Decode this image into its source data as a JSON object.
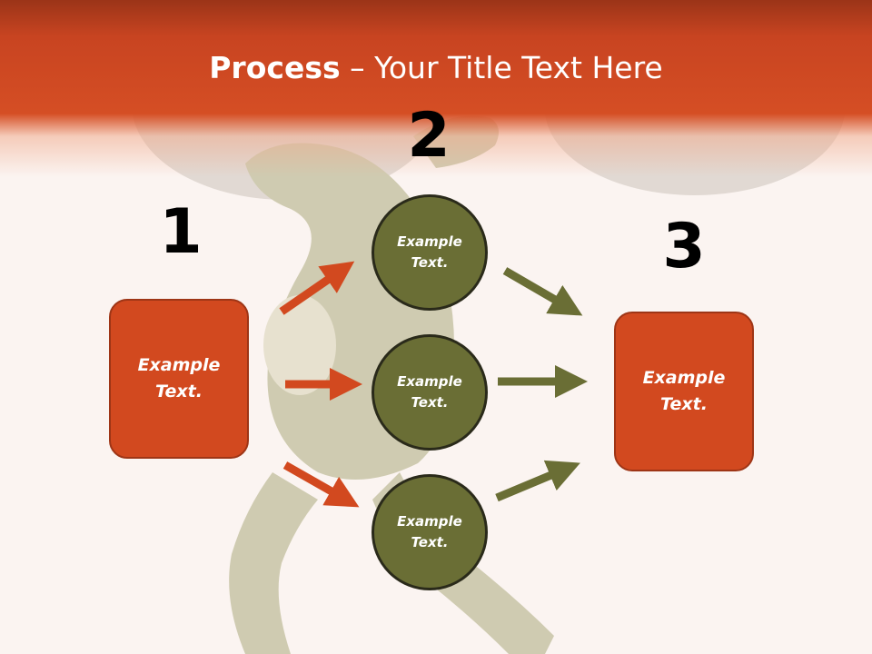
{
  "slide": {
    "title_bold": "Process",
    "title_rest": " – Your Title Text Here"
  },
  "steps": {
    "one": {
      "number": "1",
      "box_text": "Example Text."
    },
    "two": {
      "number": "2",
      "circles": [
        "Example Text.",
        "Example Text.",
        "Example Text."
      ]
    },
    "three": {
      "number": "3",
      "box_text": "Example Text."
    }
  },
  "colors": {
    "header": "#d54e24",
    "box_fill": "#d2491f",
    "circle_fill": "#6a6e35",
    "orange_arrow": "#d2491f",
    "olive_arrow": "#6a6e35",
    "background": "#fbf4f1"
  }
}
